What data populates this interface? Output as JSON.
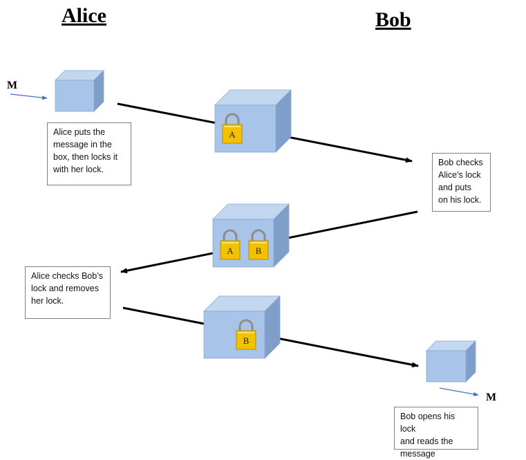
{
  "headings": {
    "alice": "Alice",
    "bob": "Bob"
  },
  "message_labels": {
    "input": "M",
    "output": "M"
  },
  "notes": {
    "step1": "Alice puts the\nmessage in the\nbox, then locks it\nwith her lock.",
    "step2": "Bob checks\nAlice’s lock\nand puts\non his lock.",
    "step3": "Alice checks Bob’s\nlock and removes\nher lock.",
    "step4": "Bob opens his lock\nand reads the\nmessage"
  },
  "locks": {
    "alice": "A",
    "bob": "B"
  },
  "colors": {
    "box_front": "#a8c4e8",
    "box_top": "#c3d7f1",
    "box_side": "#7f9fca",
    "lock_body": "#f2c200",
    "arrow": "#000000",
    "message_arrow": "#4472c4"
  }
}
